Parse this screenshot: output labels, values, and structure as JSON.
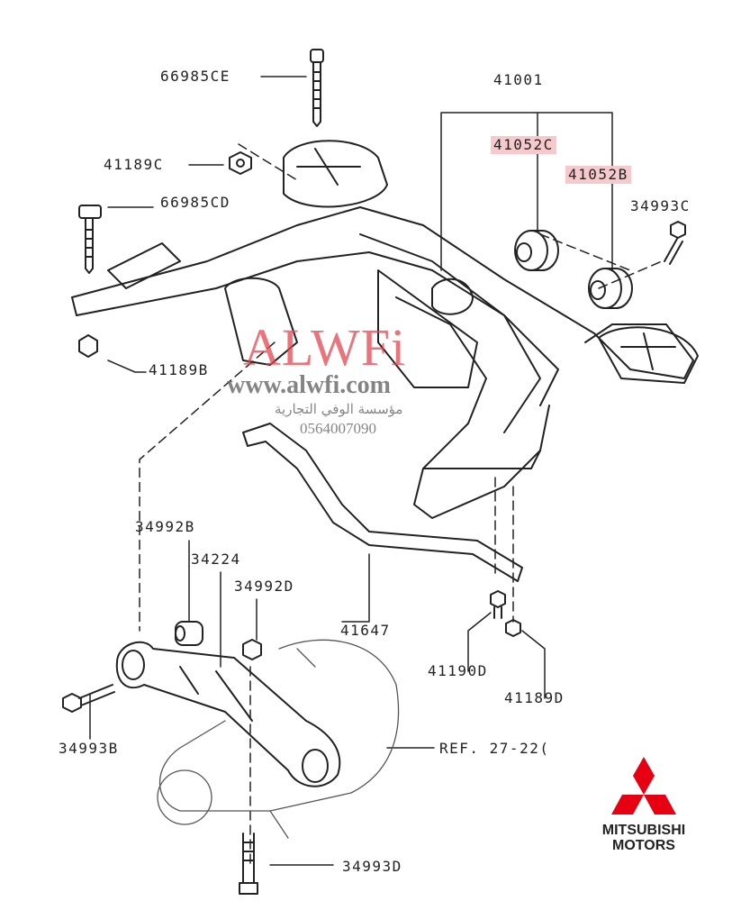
{
  "labels": {
    "p66985CE": "66985CE",
    "p41001": "41001",
    "p41052C": "41052C",
    "p41052B": "41052B",
    "p34993C": "34993C",
    "p41189C": "41189C",
    "p66985CD": "66985CD",
    "p41189B": "41189B",
    "p34992B": "34992B",
    "p34224": "34224",
    "p34992D": "34992D",
    "p41647": "41647",
    "p41190D": "41190D",
    "p41189D": "41189D",
    "p34993B": "34993B",
    "ref": "REF. 27-22(",
    "p34993D": "34993D"
  },
  "highlight_color": "#f6c9cc",
  "watermark": {
    "brand": "ALWFi",
    "url": "www.alwfi.com",
    "arabic": "مؤسسة الوفي التجارية",
    "phone": "0564007090"
  },
  "logo": {
    "line1": "MITSUBISHI",
    "line2": "MOTORS",
    "color": "#e60012"
  }
}
